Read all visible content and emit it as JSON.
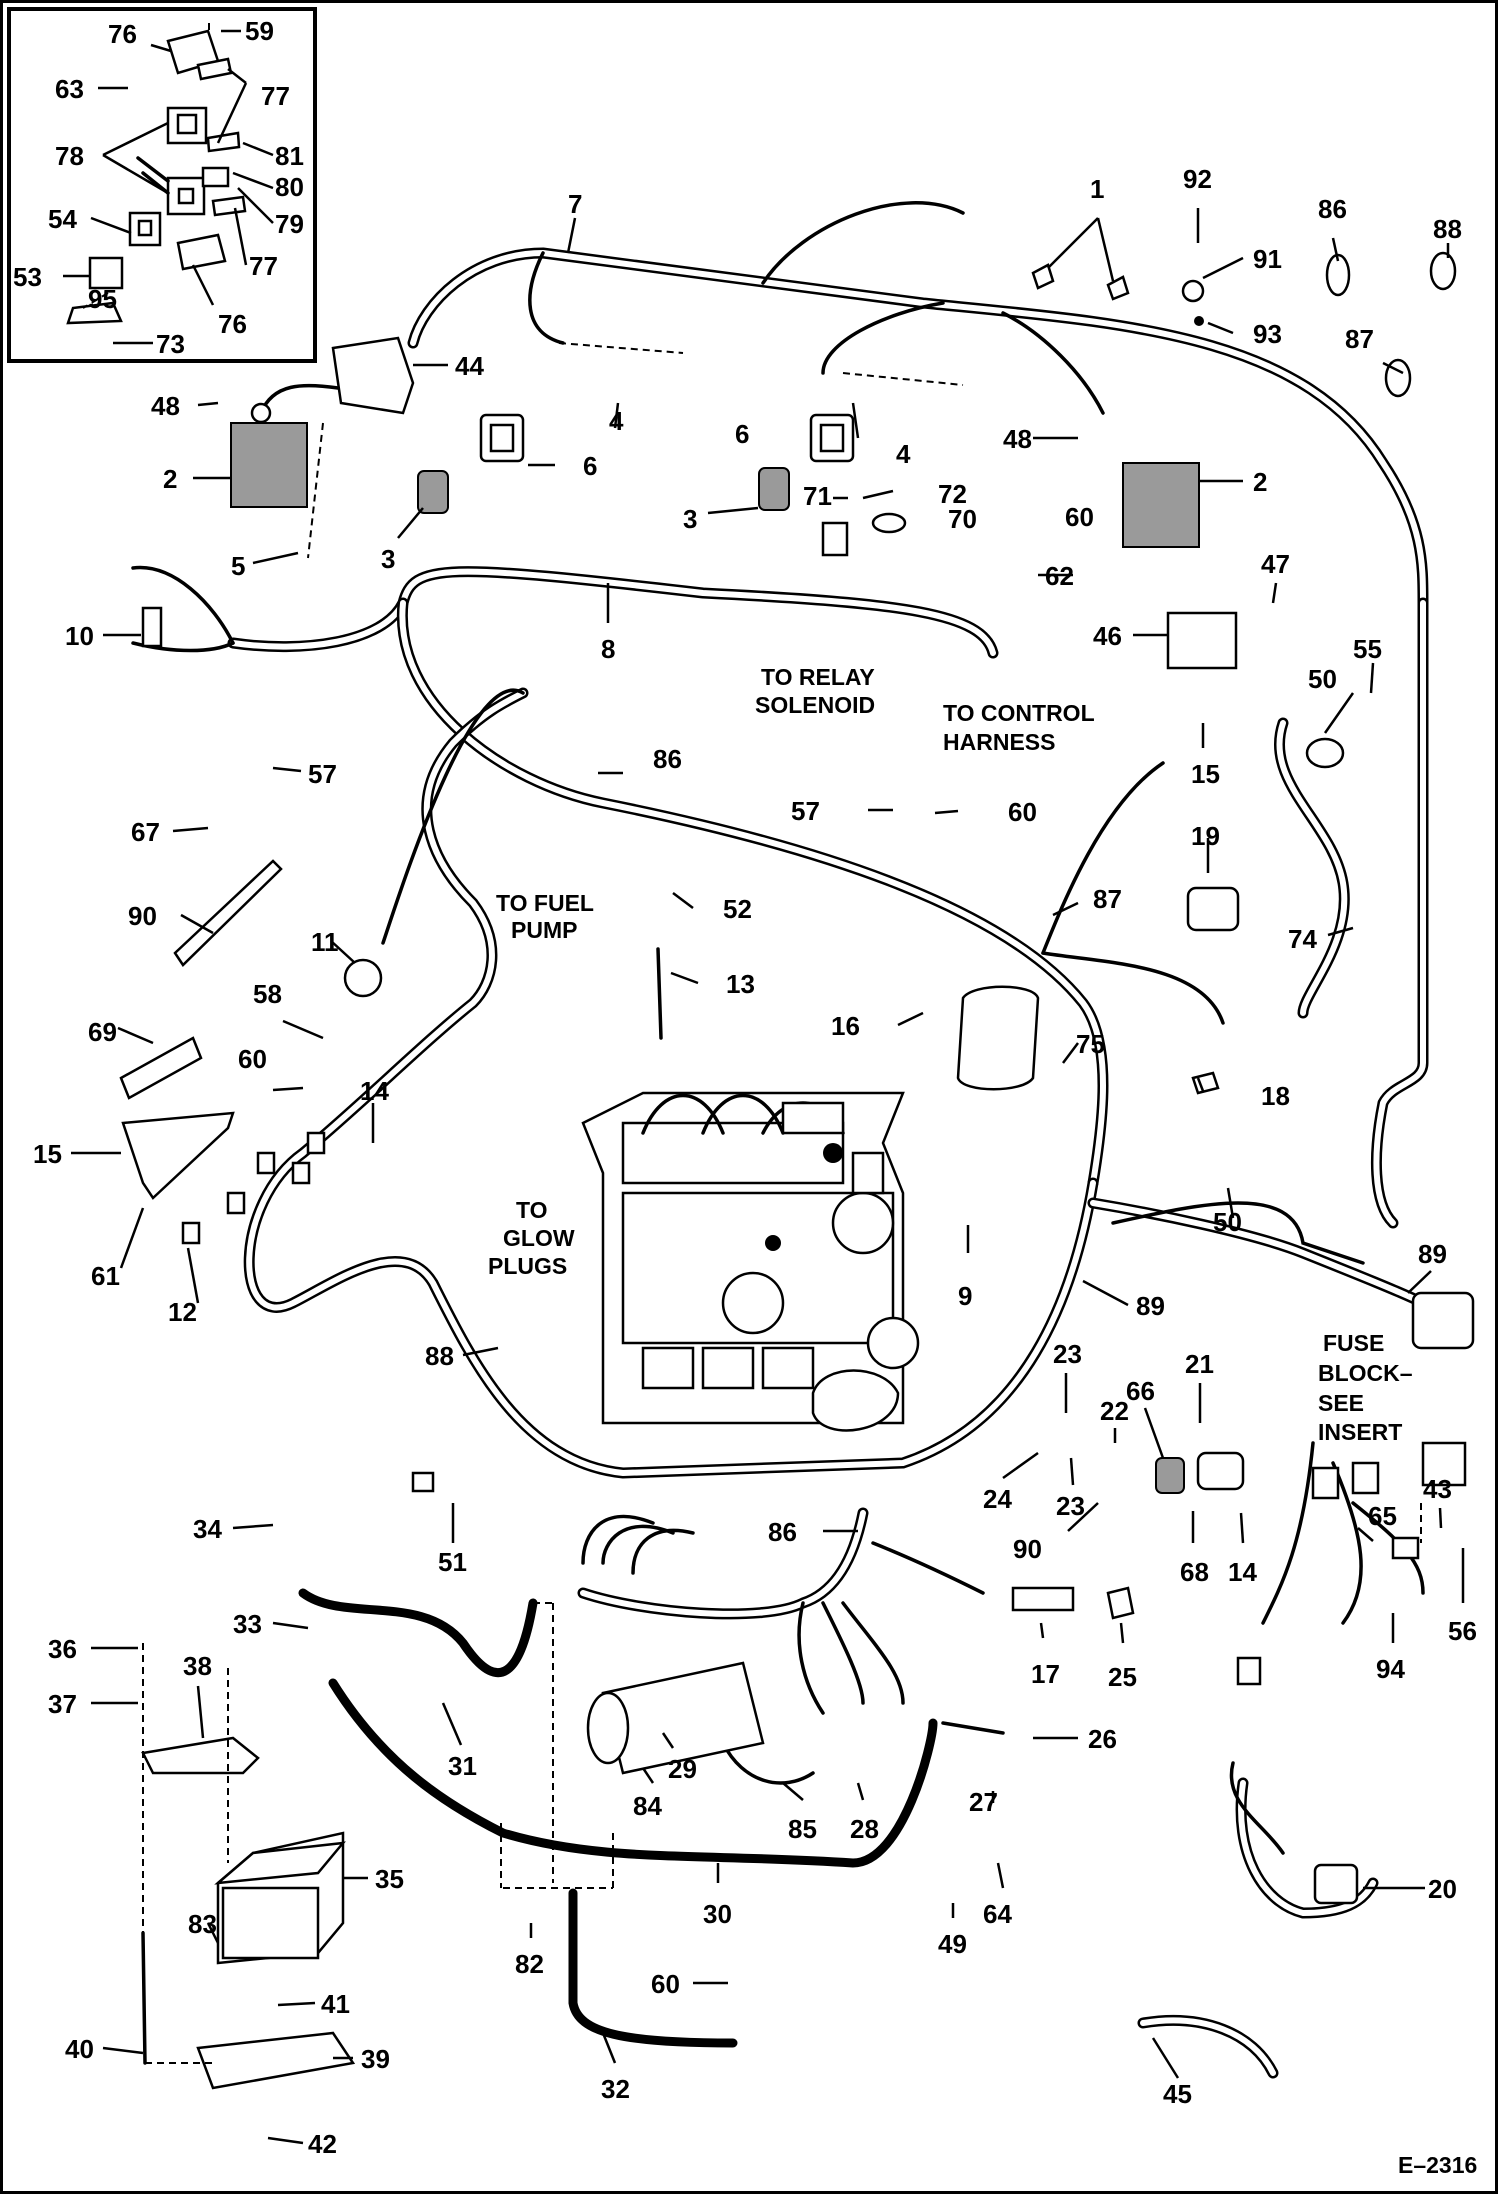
{
  "drawing_number": "E–2316",
  "notes": {
    "relay_solenoid": [
      "TO RELAY",
      "SOLENOID"
    ],
    "control_harness": [
      "TO CONTROL",
      "HARNESS"
    ],
    "fuel_pump": [
      "TO FUEL",
      "PUMP"
    ],
    "glow_plugs": [
      "TO",
      "GLOW",
      "PLUGS"
    ],
    "fuse_block": [
      "FUSE",
      "BLOCK–",
      "SEE",
      "INSERT"
    ]
  },
  "callouts": {
    "insert": [
      "76",
      "59",
      "63",
      "77",
      "78",
      "81",
      "80",
      "79",
      "54",
      "53",
      "95",
      "77",
      "76",
      "73"
    ],
    "upper": [
      "7",
      "1",
      "92",
      "91",
      "86",
      "88",
      "93",
      "87",
      "44",
      "48",
      "4",
      "2",
      "6",
      "3",
      "5",
      "6",
      "4",
      "48",
      "3",
      "71",
      "72",
      "70",
      "60",
      "2",
      "62",
      "47",
      "10",
      "8",
      "46",
      "55",
      "50",
      "86",
      "15",
      "57",
      "57",
      "60",
      "67",
      "19",
      "90",
      "52",
      "87",
      "74",
      "11",
      "13",
      "58",
      "69",
      "16",
      "75",
      "18"
    ],
    "middle": [
      "60",
      "14",
      "15",
      "61",
      "12",
      "9",
      "50",
      "89",
      "89",
      "88",
      "23",
      "21",
      "22",
      "66",
      "24",
      "23",
      "43",
      "51",
      "90",
      "65",
      "68",
      "14",
      "56",
      "34",
      "86",
      "33",
      "17",
      "25",
      "94",
      "36",
      "38",
      "37",
      "26",
      "29",
      "31",
      "84",
      "27",
      "85",
      "28",
      "35",
      "64",
      "30",
      "20",
      "83",
      "41",
      "82",
      "49",
      "60",
      "40",
      "39",
      "32",
      "45",
      "42"
    ]
  }
}
